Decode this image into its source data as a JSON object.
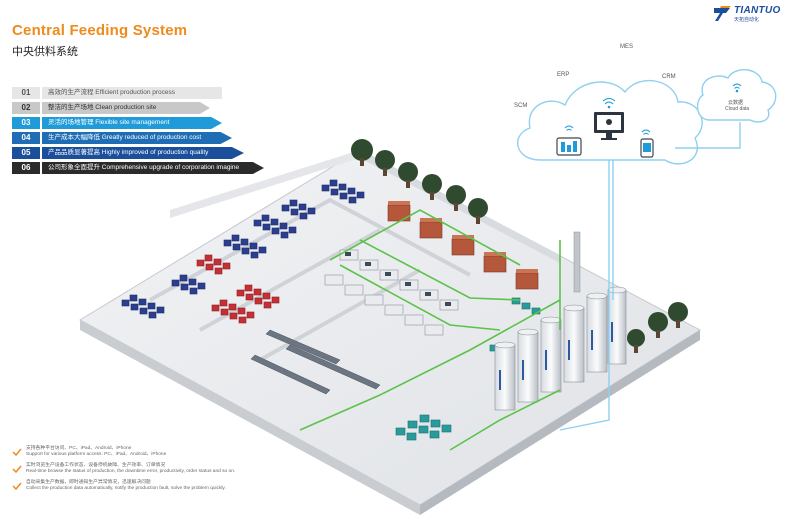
{
  "header": {
    "title": "Central Feeding System",
    "subtitle": "中央供料系统"
  },
  "logo": {
    "name": "TIANTUO",
    "name_cn": "天拓自动化",
    "icon": "tiantuo-logo-icon"
  },
  "features": [
    {
      "num": "01",
      "text": "高效的生产流程 Efficient production process"
    },
    {
      "num": "02",
      "text": "整洁的生产场地 Clean production site"
    },
    {
      "num": "03",
      "text": "灵活的场地管理 Flexible site management"
    },
    {
      "num": "04",
      "text": "生产成本大幅降低 Greatly reduced of production cost"
    },
    {
      "num": "05",
      "text": "产品品质显著提高 Highly improved of production quality"
    },
    {
      "num": "06",
      "text": "公司形象全面提升 Comprehensive upgrade of corporation imagine"
    }
  ],
  "cloud": {
    "systems": [
      "MES",
      "ERP",
      "CRM",
      "SCM"
    ],
    "cloud_data_cn": "云数据",
    "cloud_data_en": "Cloud data",
    "icons": [
      "wifi-icon",
      "tablet-icon",
      "monitor-icon",
      "phone-icon"
    ]
  },
  "notes": [
    {
      "icon": "check-icon",
      "cn": "支持各种平台访问、PC、iPad、Android、iPhone",
      "en": "Support for various platform access: PC、iPad、Android、iPhone"
    },
    {
      "icon": "check-icon",
      "cn": "实时浏览生产设备工作状态、设备停机故障、生产效率、订单情况",
      "en": "Real-time browse the status of production, the downtime error, productivity, order status and so on."
    },
    {
      "icon": "check-icon",
      "cn": "自动采集生产数据，即时通知生产异常情况，迅速解决问题",
      "en": "Collect the production data automatically, notify the production fault, solve the problem quickly."
    }
  ],
  "colors": {
    "title_orange": "#f08a1c",
    "brand_blue": "#1b4f9c",
    "accent_blue": "#1e9bd8",
    "pipe_green": "#5cc24a",
    "cloud_line": "#8fd0f0"
  }
}
